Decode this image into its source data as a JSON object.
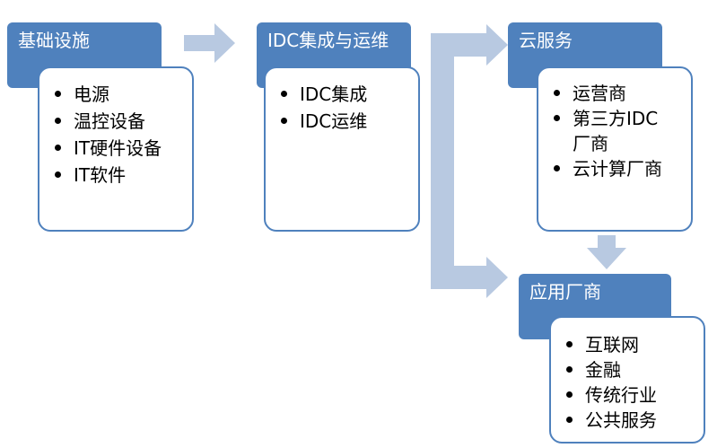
{
  "boxes": [
    {
      "key": "infrastructure",
      "title": "基础设施",
      "items": [
        "电源",
        "温控设备",
        "IT硬件设备",
        "IT软件"
      ]
    },
    {
      "key": "idc",
      "title": "IDC集成与运维",
      "items": [
        "IDC集成",
        "IDC运维"
      ]
    },
    {
      "key": "cloud",
      "title": "云服务",
      "items": [
        "运营商",
        "第三方IDC厂商",
        "云计算厂商"
      ]
    },
    {
      "key": "application",
      "title": "应用厂商",
      "items": [
        "互联网",
        "金融",
        "传统行业",
        "公共服务"
      ]
    }
  ],
  "colors": {
    "header": "#4f81bd",
    "border": "#4f81bd",
    "arrow": "#b8c9e1"
  }
}
